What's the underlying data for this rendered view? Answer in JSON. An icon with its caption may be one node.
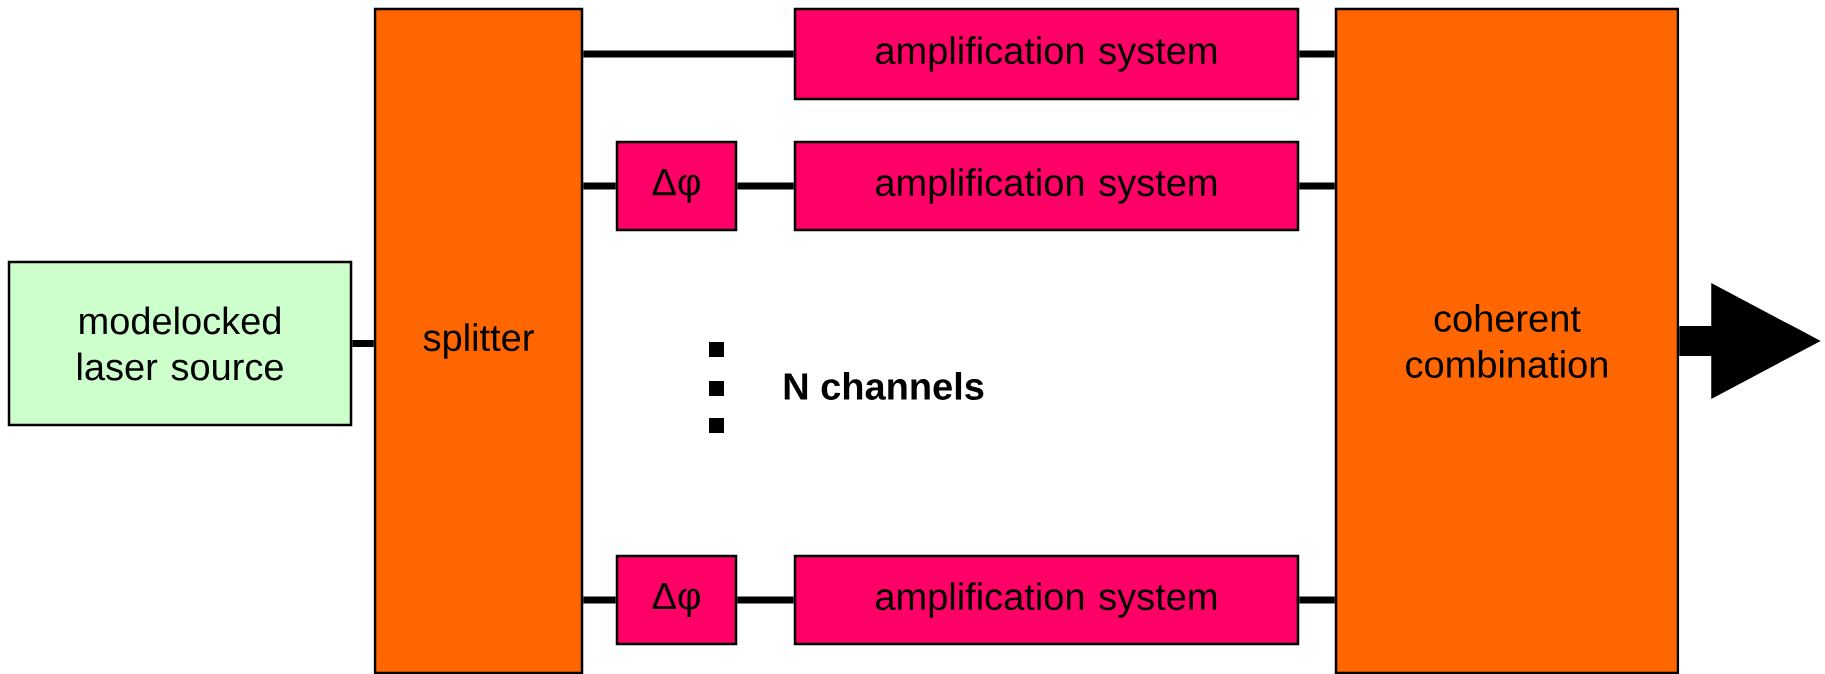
{
  "diagram": {
    "nodes": [
      {
        "text": [
          "modelocked laser source"
        ]
      },
      {
        "text": [
          "splitter"
        ]
      },
      {
        "text": [
          "amplification system"
        ]
      },
      {
        "text": [
          "Δφ"
        ]
      },
      {
        "text": [
          "amplification system"
        ]
      },
      {
        "text": [
          "Δφ"
        ]
      },
      {
        "text": [
          "amplification system"
        ]
      },
      {
        "text": [
          "coherent combination"
        ]
      }
    ],
    "edges": [
      {
        "from": 0,
        "to": 1,
        "arrow": "none"
      },
      {
        "from": 1,
        "to": 2,
        "arrow": "none"
      },
      {
        "from": 2,
        "to": 7,
        "arrow": "none"
      },
      {
        "from": 1,
        "to": 3,
        "arrow": "none"
      },
      {
        "from": 3,
        "to": 4,
        "arrow": "none"
      },
      {
        "from": 4,
        "to": 7,
        "arrow": "none"
      },
      {
        "from": 1,
        "to": 5,
        "arrow": "none"
      },
      {
        "from": 5,
        "to": 6,
        "arrow": "none"
      },
      {
        "from": 6,
        "to": 7,
        "arrow": "none"
      },
      {
        "from": 7,
        "to": null,
        "arrow": "to",
        "style": "thick"
      }
    ],
    "labels": [
      "N channels"
    ]
  }
}
